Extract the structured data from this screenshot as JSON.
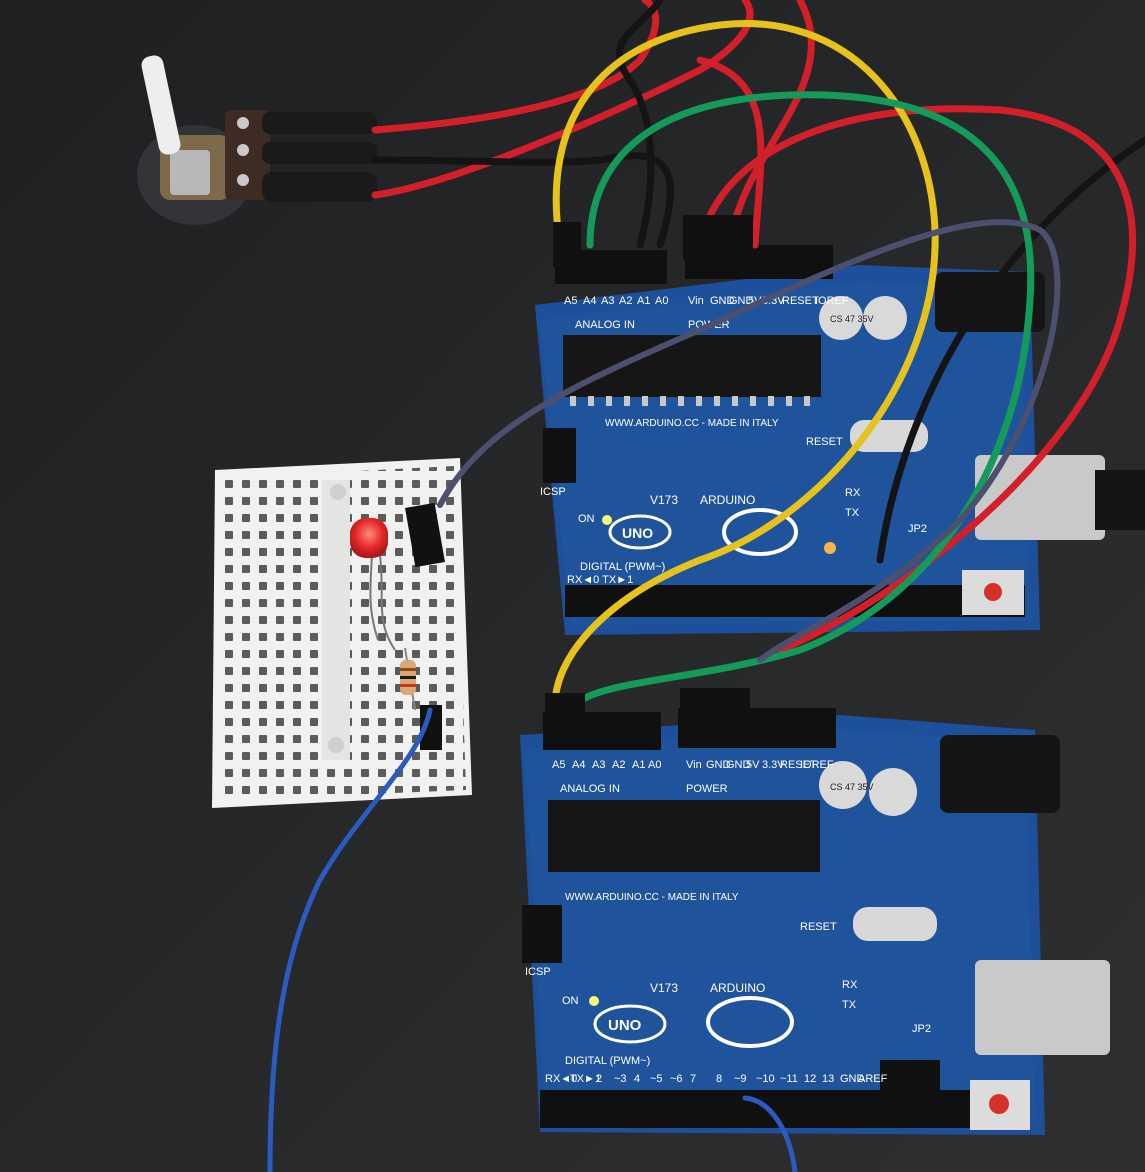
{
  "image": {
    "kind": "photo"
  },
  "board_top": {
    "pins_analog": [
      "A5",
      "A4",
      "A3",
      "A2",
      "A1",
      "A0"
    ],
    "pins_power": [
      "Vin",
      "GND",
      "GND",
      "5V",
      "3.3V",
      "RESET",
      "IOREF"
    ],
    "section_analog": "ANALOG IN",
    "section_power": "POWER",
    "logo_text": "UNO",
    "brand_text": "ARDUINO",
    "version": "V173",
    "maker_text": "WWW.ARDUINO.CC - MADE IN ITALY",
    "digital_label": "DIGITAL (PWM~)",
    "rx_tx_pin_label": "RX◄0 TX►1",
    "on_label": "ON",
    "icsp_label": "ICSP",
    "reset_label": "RESET",
    "jp2_label": "JP2",
    "tx_led_label": "TX",
    "rx_led_label": "RX",
    "cap_label": "CS 47 35V"
  },
  "board_bottom": {
    "pins_analog": [
      "A5",
      "A4",
      "A3",
      "A2",
      "A1",
      "A0"
    ],
    "pins_power": [
      "Vin",
      "GND",
      "GND",
      "5V",
      "3.3V",
      "RESET",
      "IOREF"
    ],
    "section_analog": "ANALOG IN",
    "section_power": "POWER",
    "logo_text": "UNO",
    "brand_text": "ARDUINO",
    "version": "V173",
    "maker_text": "WWW.ARDUINO.CC - MADE IN ITALY",
    "digital_label": "DIGITAL (PWM~)",
    "digital_pins": [
      "RX◄0",
      "TX►1",
      "2",
      "~3",
      "4",
      "~5",
      "~6",
      "7",
      "8",
      "~9",
      "~10",
      "~11",
      "12",
      "13",
      "GND",
      "AREF"
    ],
    "on_label": "ON",
    "icsp_label": "ICSP",
    "reset_label": "RESET",
    "jp2_label": "JP2",
    "tx_led_label": "TX",
    "rx_led_label": "RX",
    "cap_label": "CS 47 35V"
  },
  "colors": {
    "background": "#2a2a2c",
    "board": "#1d4f9a",
    "wire_red": "#d31f2a",
    "wire_yellow": "#e7c21c",
    "wire_green": "#149a5a",
    "wire_black": "#141414",
    "wire_gray": "#4c4f6e",
    "wire_blue": "#2b5bc0",
    "breadboard": "#f1f1ef",
    "led_red": "#e3262a"
  }
}
